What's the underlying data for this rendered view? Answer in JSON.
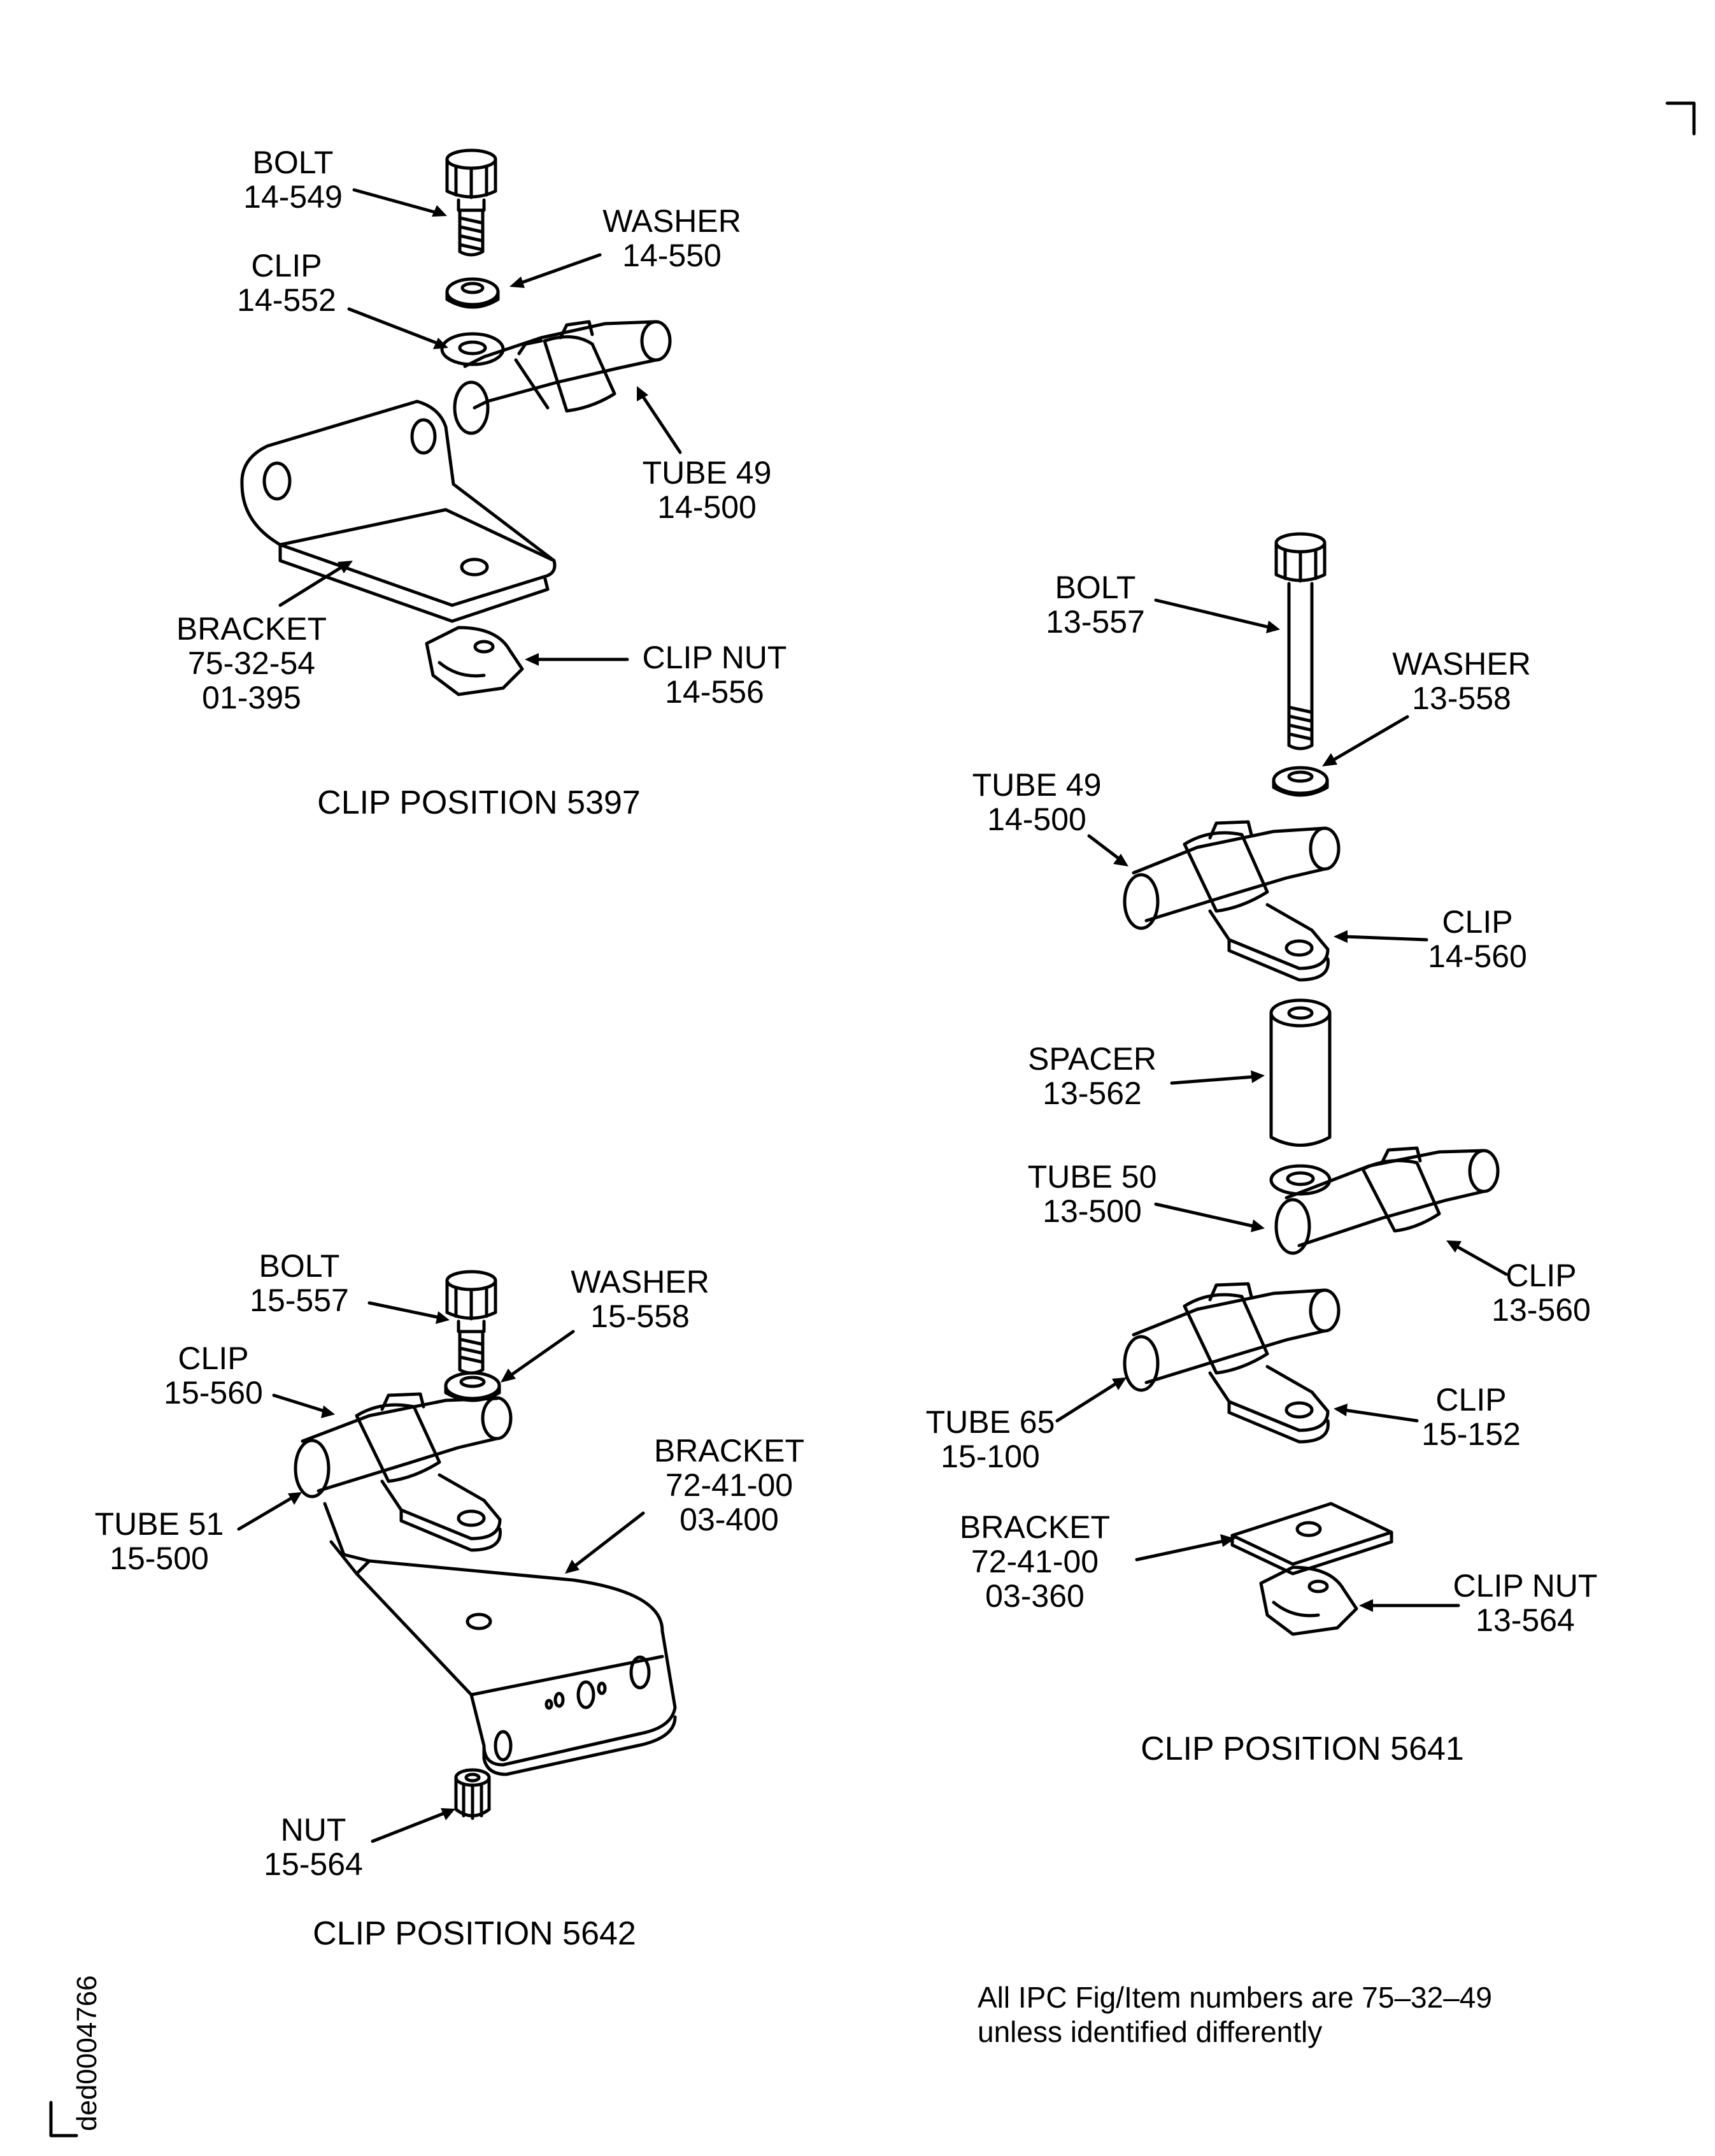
{
  "labels": {
    "bolt_14_549": {
      "name": "BOLT",
      "numbers": [
        "14-549"
      ]
    },
    "washer_14_550": {
      "name": "WASHER",
      "numbers": [
        "14-550"
      ]
    },
    "clip_14_552": {
      "name": "CLIP",
      "numbers": [
        "14-552"
      ]
    },
    "tube49_a": {
      "name": "TUBE 49",
      "numbers": [
        "14-500"
      ]
    },
    "bracket_75": {
      "name": "BRACKET",
      "numbers": [
        "75-32-54",
        "01-395"
      ]
    },
    "clipnut_14_556": {
      "name": "CLIP NUT",
      "numbers": [
        "14-556"
      ]
    },
    "bolt_13_557": {
      "name": "BOLT",
      "numbers": [
        "13-557"
      ]
    },
    "washer_13_558": {
      "name": "WASHER",
      "numbers": [
        "13-558"
      ]
    },
    "tube49_b": {
      "name": "TUBE 49",
      "numbers": [
        "14-500"
      ]
    },
    "clip_14_560": {
      "name": "CLIP",
      "numbers": [
        "14-560"
      ]
    },
    "spacer_13_562": {
      "name": "SPACER",
      "numbers": [
        "13-562"
      ]
    },
    "tube50": {
      "name": "TUBE 50",
      "numbers": [
        "13-500"
      ]
    },
    "clip_13_560": {
      "name": "CLIP",
      "numbers": [
        "13-560"
      ]
    },
    "tube65": {
      "name": "TUBE 65",
      "numbers": [
        "15-100"
      ]
    },
    "clip_15_152": {
      "name": "CLIP",
      "numbers": [
        "15-152"
      ]
    },
    "bracket_03_360": {
      "name": "BRACKET",
      "numbers": [
        "72-41-00",
        "03-360"
      ]
    },
    "clipnut_13_564": {
      "name": "CLIP NUT",
      "numbers": [
        "13-564"
      ]
    },
    "bolt_15_557": {
      "name": "BOLT",
      "numbers": [
        "15-557"
      ]
    },
    "washer_15_558": {
      "name": "WASHER",
      "numbers": [
        "15-558"
      ]
    },
    "clip_15_560": {
      "name": "CLIP",
      "numbers": [
        "15-560"
      ]
    },
    "tube51": {
      "name": "TUBE 51",
      "numbers": [
        "15-500"
      ]
    },
    "bracket_03_400": {
      "name": "BRACKET",
      "numbers": [
        "72-41-00",
        "03-400"
      ]
    },
    "nut_15_564": {
      "name": "NUT",
      "numbers": [
        "15-564"
      ]
    }
  },
  "captions": {
    "pos_5397": "CLIP POSITION 5397",
    "pos_5641": "CLIP POSITION 5641",
    "pos_5642": "CLIP POSITION 5642"
  },
  "note": {
    "line1": "All IPC Fig/Item numbers are 75–32–49",
    "line2": "unless identified differently"
  },
  "doc_id": "ded0004766"
}
